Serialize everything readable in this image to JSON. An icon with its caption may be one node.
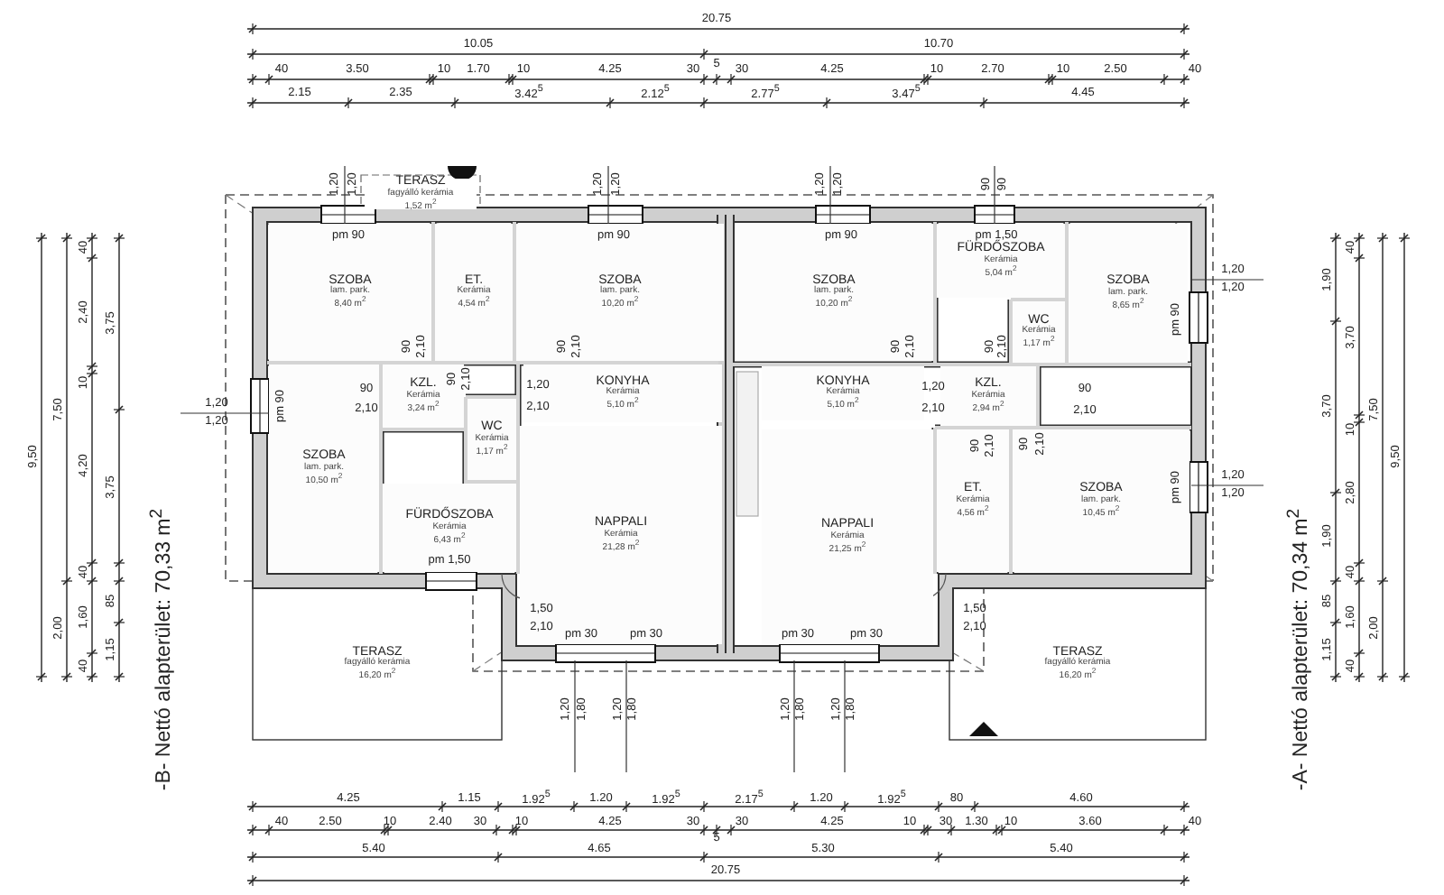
{
  "diagram": {
    "nodes": [
      {
        "text": [
          "TERASZ",
          "fagyálló kerámia",
          "1,52 m$^{2}$"
        ]
      },
      {
        "text": [
          "SZOBA",
          "lam. park.",
          "8,40 m$^{2}$"
        ]
      },
      {
        "text": [
          "ET.",
          "Kerámia",
          "4,54 m$^{2}$"
        ]
      },
      {
        "text": [
          "SZOBA",
          "lam. park.",
          "10,20 m$^{2}$"
        ]
      },
      {
        "text": [
          "KZL.",
          "Kerámia",
          "3,24 m$^{2}$"
        ]
      },
      {
        "text": [
          "KONYHA",
          "Kerámia",
          "5,10 m$^{2}$"
        ]
      },
      {
        "text": [
          "SZOBA",
          "lam. park.",
          "10,50 m$^{2}$"
        ]
      },
      {
        "text": [
          "WC",
          "Kerámia",
          "1,17 m$^{2}$"
        ]
      },
      {
        "text": [
          "FÜRDŐSZOBA",
          "Kerámia",
          "6,43 m$^{2}$"
        ]
      },
      {
        "text": [
          "NAPPALI",
          "Kerámia",
          "21,28 m$^{2}$"
        ]
      },
      {
        "text": [
          "TERASZ",
          "fagyálló kerámia",
          "16,20 m$^{2}$"
        ]
      },
      {
        "text": [
          "SZOBA",
          "lam. park.",
          "10,20 m$^{2}$"
        ]
      },
      {
        "text": [
          "FÜRDŐSZOBA",
          "Kerámia",
          "5,04 m$^{2}$"
        ]
      },
      {
        "text": [
          "WC",
          "Kerámia",
          "1,17 m$^{2}$"
        ]
      },
      {
        "text": [
          "SZOBA",
          "lam. park.",
          "8,65 m$^{2}$"
        ]
      },
      {
        "text": [
          "KONYHA",
          "Kerámia",
          "5,10 m$^{2}$"
        ]
      },
      {
        "text": [
          "KZL.",
          "Kerámia",
          "2,94 m$^{2}$"
        ]
      },
      {
        "text": [
          "NAPPALI",
          "Kerámia",
          "21,25 m$^{2}$"
        ]
      },
      {
        "text": [
          "ET.",
          "Kerámia",
          "4,56 m$^{2}$"
        ]
      },
      {
        "text": [
          "SZOBA",
          "lam. park.",
          "10,45 m$^{2}$"
        ]
      },
      {
        "text": [
          "TERASZ",
          "fagyálló kerámia",
          "16,20 m$^{2}$"
        ]
      }
    ],
    "labels": [
      "20.75",
      "10.05",
      "10.70",
      "40",
      "3.50",
      "10",
      "1.70",
      "10",
      "4.25",
      "30",
      "5",
      "30",
      "4.25",
      "10",
      "2.70",
      "10",
      "2.50",
      "40",
      "2.15",
      "2.35",
      "3.42$^{5}$",
      "2.12$^{5}$",
      "2.77$^{5}$",
      "3.47$^{5}$",
      "4.45",
      "1,20",
      "1,20",
      "1,20",
      "1,20",
      "1,20",
      "1,20",
      "90",
      "90",
      "pm 90",
      "pm 90",
      "pm 90",
      "pm 1,50",
      "1,20",
      "1,20",
      "pm 90",
      "90",
      "2,10",
      "90",
      "2,10",
      "90",
      "2,10",
      "90",
      "2,10",
      "1,20",
      "2,10",
      "pm 1,50",
      "1,50",
      "2,10",
      "pm 30",
      "pm 30",
      "1,20",
      "2,10",
      "90",
      "2,10",
      "90",
      "2,10",
      "90",
      "2,10",
      "90",
      "2,10",
      "90",
      "2,10",
      "1,50",
      "2,10",
      "pm 30",
      "pm 30",
      "1,20",
      "1,20",
      "pm 90",
      "1,20",
      "1,20",
      "pm 90",
      "1,20",
      "1,80",
      "1,20",
      "1,80",
      "1,20",
      "1,80",
      "1,20",
      "1,80",
      "4.25",
      "1.15",
      "1.92$^{5}$",
      "1.20",
      "1.92$^{5}$",
      "2.17$^{5}$",
      "1.20",
      "1.92$^{5}$",
      "80",
      "4.60",
      "40",
      "2.50",
      "10",
      "2.40",
      "30",
      "10",
      "4.25",
      "30",
      "5",
      "30",
      "4.25",
      "10",
      "30",
      "1.30",
      "10",
      "3.60",
      "40",
      "5.40",
      "4.65",
      "5.30",
      "5.40",
      "20.75",
      "9,50",
      "7,50",
      "2,00",
      "40",
      "2,40",
      "10",
      "4,20",
      "40",
      "1,60",
      "40",
      "3,75",
      "3,75",
      "85",
      "1,15",
      "-B- Nettó alapterület: 70,33 m$^{2}$",
      "1,90",
      "3,70",
      "1,90",
      "85",
      "1,15",
      "40",
      "3,70",
      "10",
      "2,80",
      "40",
      "1,60",
      "40",
      "7,50",
      "2,00",
      "9,50",
      "-A- Nettó alapterület: 70,34 m$^{2}$"
    ]
  }
}
